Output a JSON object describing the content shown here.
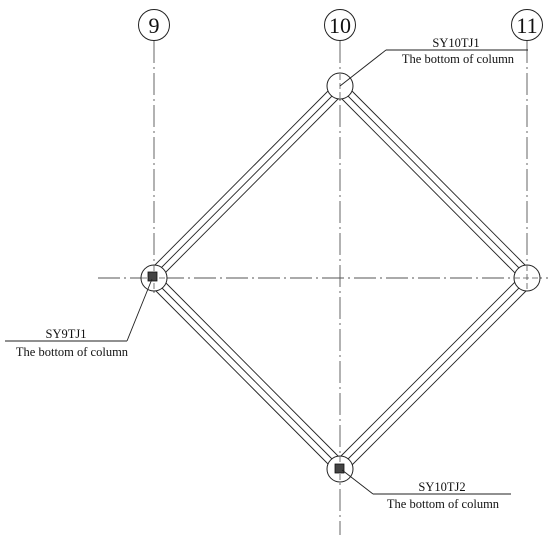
{
  "axes": [
    {
      "id": "9",
      "label": "9"
    },
    {
      "id": "10",
      "label": "10"
    },
    {
      "id": "11",
      "label": "11"
    }
  ],
  "annotations": [
    {
      "id": "sy10tj1",
      "code": "SY10TJ1",
      "desc": "The bottom of column"
    },
    {
      "id": "sy9tj1",
      "code": "SY9TJ1",
      "desc": "The bottom of column"
    },
    {
      "id": "sy10tj2",
      "code": "SY10TJ2",
      "desc": "The bottom of column"
    }
  ],
  "colors": {
    "line": "#222222",
    "centerline": "#555555",
    "column_marker": "#444444"
  }
}
